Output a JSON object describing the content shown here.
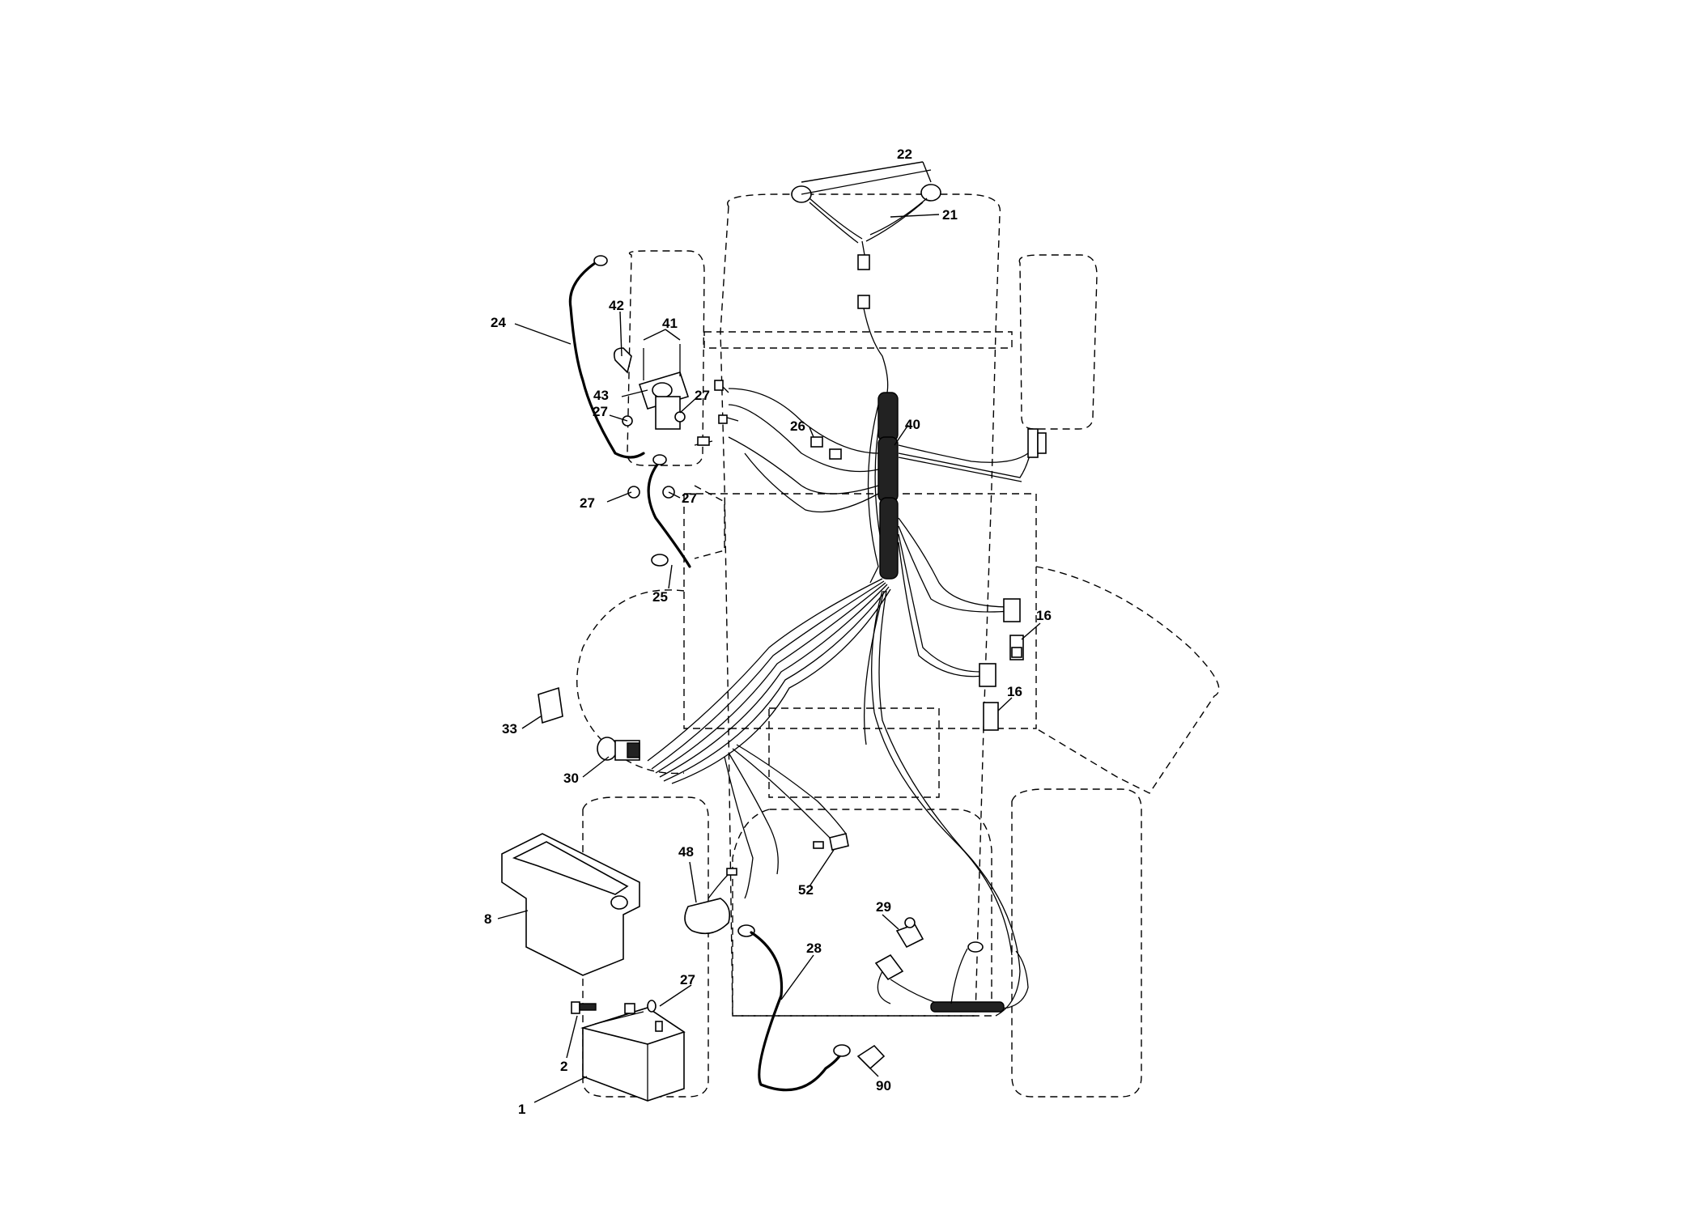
{
  "callouts": [
    {
      "id": "c22",
      "label": "22"
    },
    {
      "id": "c21",
      "label": "21"
    },
    {
      "id": "c24",
      "label": "24"
    },
    {
      "id": "c42",
      "label": "42"
    },
    {
      "id": "c41",
      "label": "41"
    },
    {
      "id": "c43",
      "label": "43"
    },
    {
      "id": "c27a",
      "label": "27"
    },
    {
      "id": "c27b",
      "label": "27"
    },
    {
      "id": "c27c",
      "label": "27"
    },
    {
      "id": "c27d",
      "label": "27"
    },
    {
      "id": "c27e",
      "label": "27"
    },
    {
      "id": "c26",
      "label": "26"
    },
    {
      "id": "c40",
      "label": "40"
    },
    {
      "id": "c25",
      "label": "25"
    },
    {
      "id": "c16a",
      "label": "16"
    },
    {
      "id": "c16b",
      "label": "16"
    },
    {
      "id": "c33",
      "label": "33"
    },
    {
      "id": "c30",
      "label": "30"
    },
    {
      "id": "c48",
      "label": "48"
    },
    {
      "id": "c52",
      "label": "52"
    },
    {
      "id": "c8",
      "label": "8"
    },
    {
      "id": "c29",
      "label": "29"
    },
    {
      "id": "c28",
      "label": "28"
    },
    {
      "id": "c2",
      "label": "2"
    },
    {
      "id": "c1",
      "label": "1"
    },
    {
      "id": "c90",
      "label": "90"
    }
  ]
}
